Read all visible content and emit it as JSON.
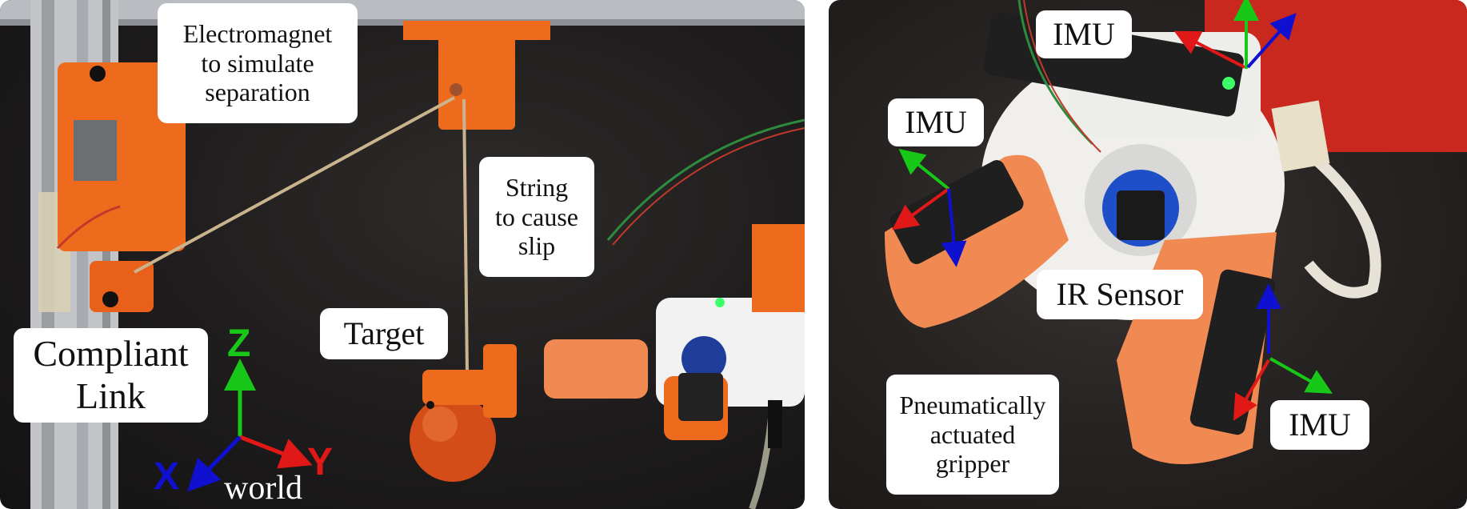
{
  "left_panel": {
    "labels": {
      "electromagnet": "Electromagnet\nto simulate\nseparation",
      "string": "String\nto cause\nslip",
      "target": "Target",
      "compliant_link": "Compliant\nLink"
    },
    "world_axes": {
      "z": "Z",
      "x": "X",
      "y": "Y",
      "caption": "world"
    }
  },
  "right_panel": {
    "labels": {
      "imu_top": "IMU",
      "imu_left": "IMU",
      "imu_bottom": "IMU",
      "ir_sensor": "IR Sensor",
      "gripper": "Pneumatically\nactuated\ngripper"
    }
  },
  "colors": {
    "axis_x": "#1010d0",
    "axis_y": "#e01818",
    "axis_z": "#18c818",
    "orange_part": "#ee6a1c",
    "label_bg": "#ffffff"
  }
}
